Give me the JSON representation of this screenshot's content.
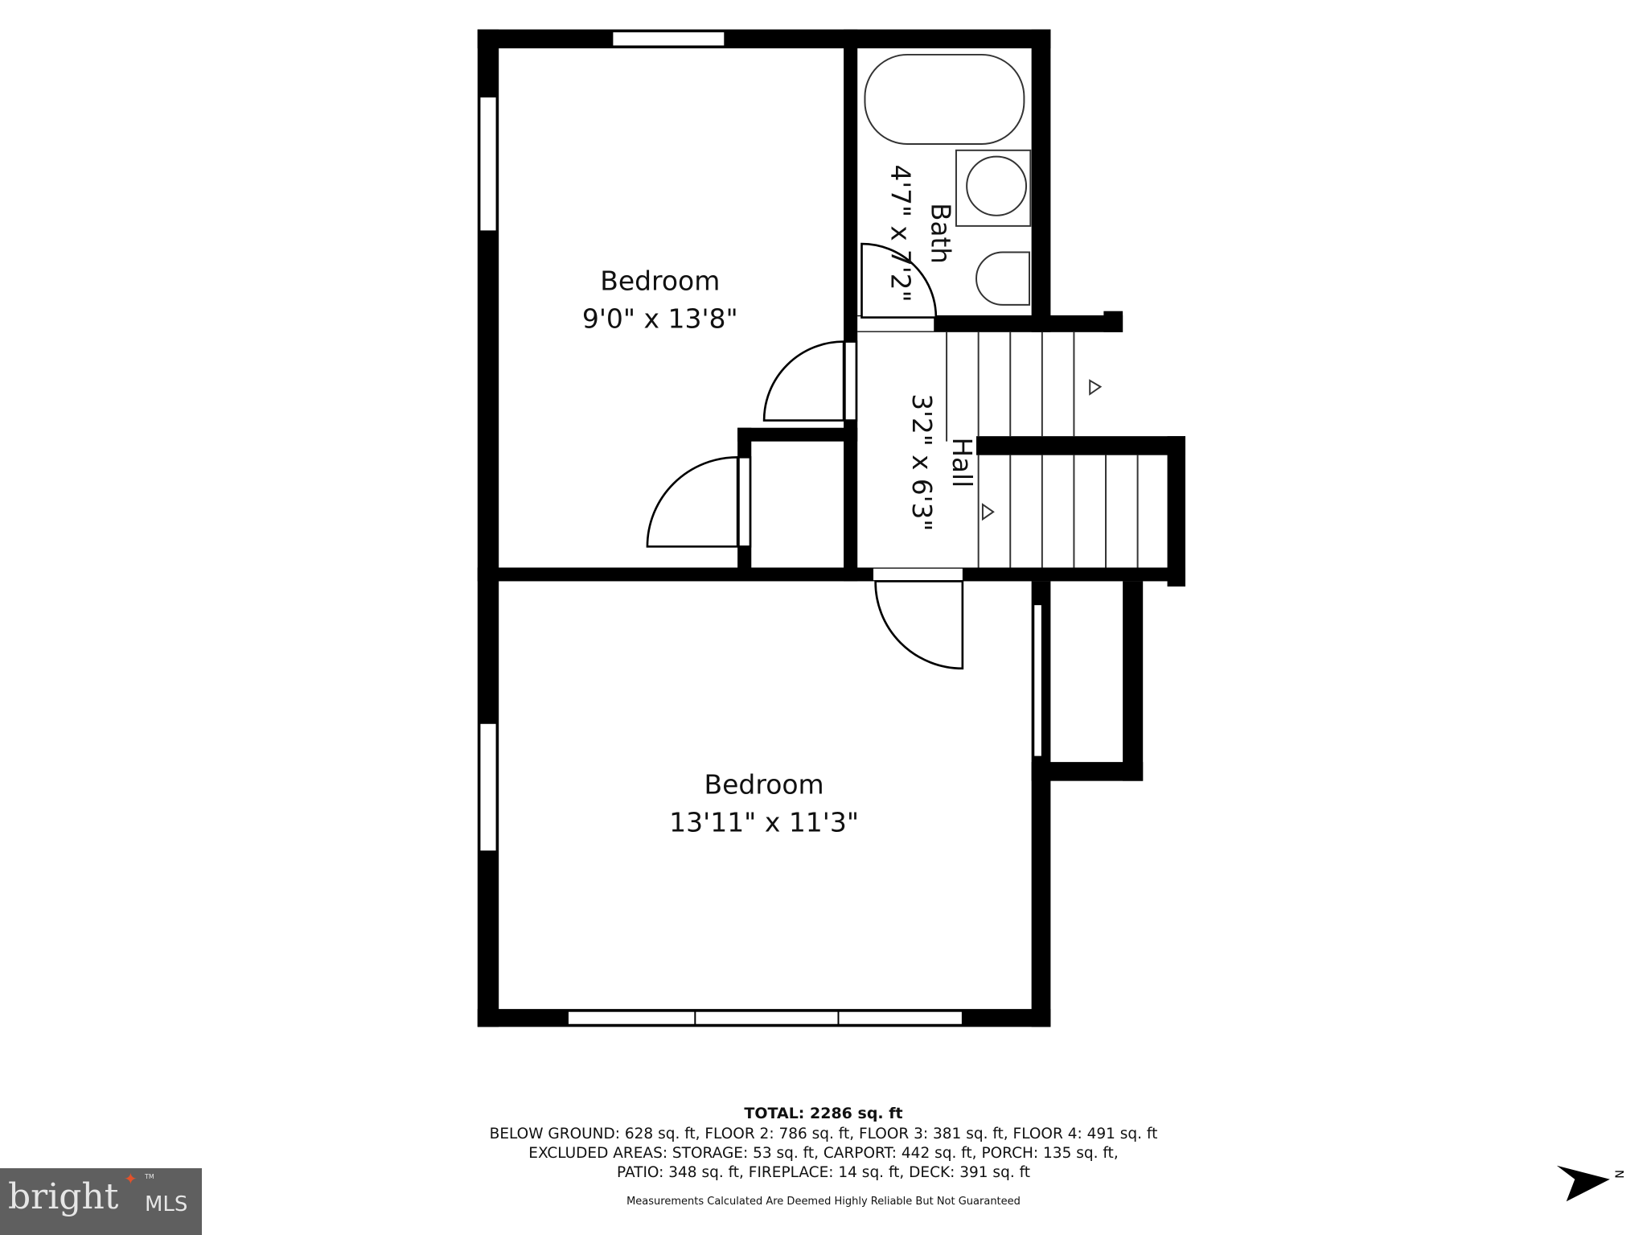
{
  "rooms": [
    {
      "name": "Bedroom",
      "size": "9'0\" x 13'8\""
    },
    {
      "name": "Bath",
      "size": "4'7\" x 7'2\""
    },
    {
      "name": "Hall",
      "size": "3'2\" x 6'3\""
    },
    {
      "name": "Bedroom",
      "size": "13'11\" x 11'3\""
    }
  ],
  "summary": {
    "total": "TOTAL: 2286 sq. ft",
    "line1": "BELOW GROUND: 628 sq. ft, FLOOR 2: 786 sq. ft, FLOOR 3: 381 sq. ft, FLOOR 4: 491 sq. ft",
    "line2": "EXCLUDED AREAS: STORAGE: 53 sq. ft, CARPORT: 442 sq. ft, PORCH: 135 sq. ft,",
    "line3": "PATIO: 348 sq. ft, FIREPLACE: 14 sq. ft, DECK: 391 sq. ft",
    "disclaimer": "Measurements Calculated Are Deemed Highly Reliable But Not Guaranteed"
  },
  "logo": {
    "text": "bright",
    "suffix": "MLS",
    "tm": "TM"
  },
  "compass": {
    "label": "N",
    "icon": "north-arrow-icon"
  },
  "colors": {
    "wall": "#000000",
    "logo_bg": "#5f5f5f",
    "logo_star": "#e2522b"
  }
}
